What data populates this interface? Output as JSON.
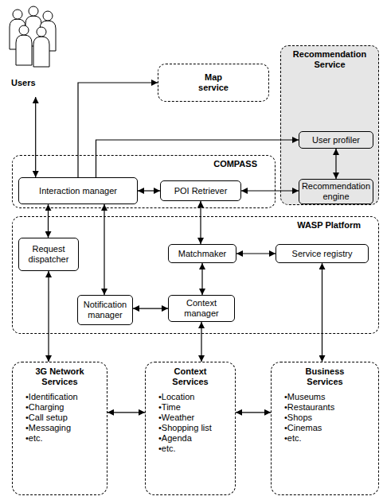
{
  "diagram": {
    "nodes": [
      {
        "text": [
          "Users"
        ]
      },
      {
        "text": [
          "Map service"
        ]
      },
      {
        "text": [
          "Recommendation Service"
        ]
      },
      {
        "text": [
          "User profiler"
        ],
        "in": 2
      },
      {
        "text": [
          "Recommendation engine"
        ],
        "in": 2
      },
      {
        "text": [
          "COMPASS"
        ]
      },
      {
        "text": [
          "Interaction manager"
        ],
        "in": 5
      },
      {
        "text": [
          "POI Retriever"
        ],
        "in": 5
      },
      {
        "text": [
          "WASP Platform"
        ]
      },
      {
        "text": [
          "Request dispatcher"
        ],
        "in": 8
      },
      {
        "text": [
          "Matchmaker"
        ],
        "in": 8
      },
      {
        "text": [
          "Service registry"
        ],
        "in": 8
      },
      {
        "text": [
          "Notification manager"
        ],
        "in": 8
      },
      {
        "text": [
          "Context manager"
        ],
        "in": 8
      },
      {
        "text": [
          "3G Network Services",
          "•Identification",
          "•Charging",
          "•Call setup",
          "•Messaging",
          "•etc."
        ]
      },
      {
        "text": [
          "Context Services",
          "•Location",
          "•Time",
          "•Weather",
          "•Shopping list",
          "•Agenda",
          "•etc."
        ]
      },
      {
        "text": [
          "Business Services",
          "•Museums",
          "•Restaurants",
          "•Shops",
          "•Cinemas",
          "•etc."
        ]
      }
    ],
    "edges": [
      {
        "from": 0,
        "to": 6,
        "arrow": "both"
      },
      {
        "from": 6,
        "to": 1,
        "arrow": "to"
      },
      {
        "from": 6,
        "to": 3,
        "arrow": "to"
      },
      {
        "from": 3,
        "to": 4,
        "arrow": "both"
      },
      {
        "from": 6,
        "to": 7,
        "arrow": "both"
      },
      {
        "from": 7,
        "to": 4,
        "arrow": "both"
      },
      {
        "from": 6,
        "to": 9,
        "arrow": "both"
      },
      {
        "from": 6,
        "to": 12,
        "arrow": "both"
      },
      {
        "from": 7,
        "to": 10,
        "arrow": "both"
      },
      {
        "from": 10,
        "to": 11,
        "arrow": "both"
      },
      {
        "from": 10,
        "to": 13,
        "arrow": "both"
      },
      {
        "from": 12,
        "to": 13,
        "arrow": "both"
      },
      {
        "from": 9,
        "to": 14,
        "arrow": "both"
      },
      {
        "from": 13,
        "to": 15,
        "arrow": "both"
      },
      {
        "from": 11,
        "to": 16,
        "arrow": "both"
      },
      {
        "from": 14,
        "to": 15,
        "arrow": "both"
      },
      {
        "from": 15,
        "to": 16,
        "arrow": "both"
      }
    ]
  }
}
